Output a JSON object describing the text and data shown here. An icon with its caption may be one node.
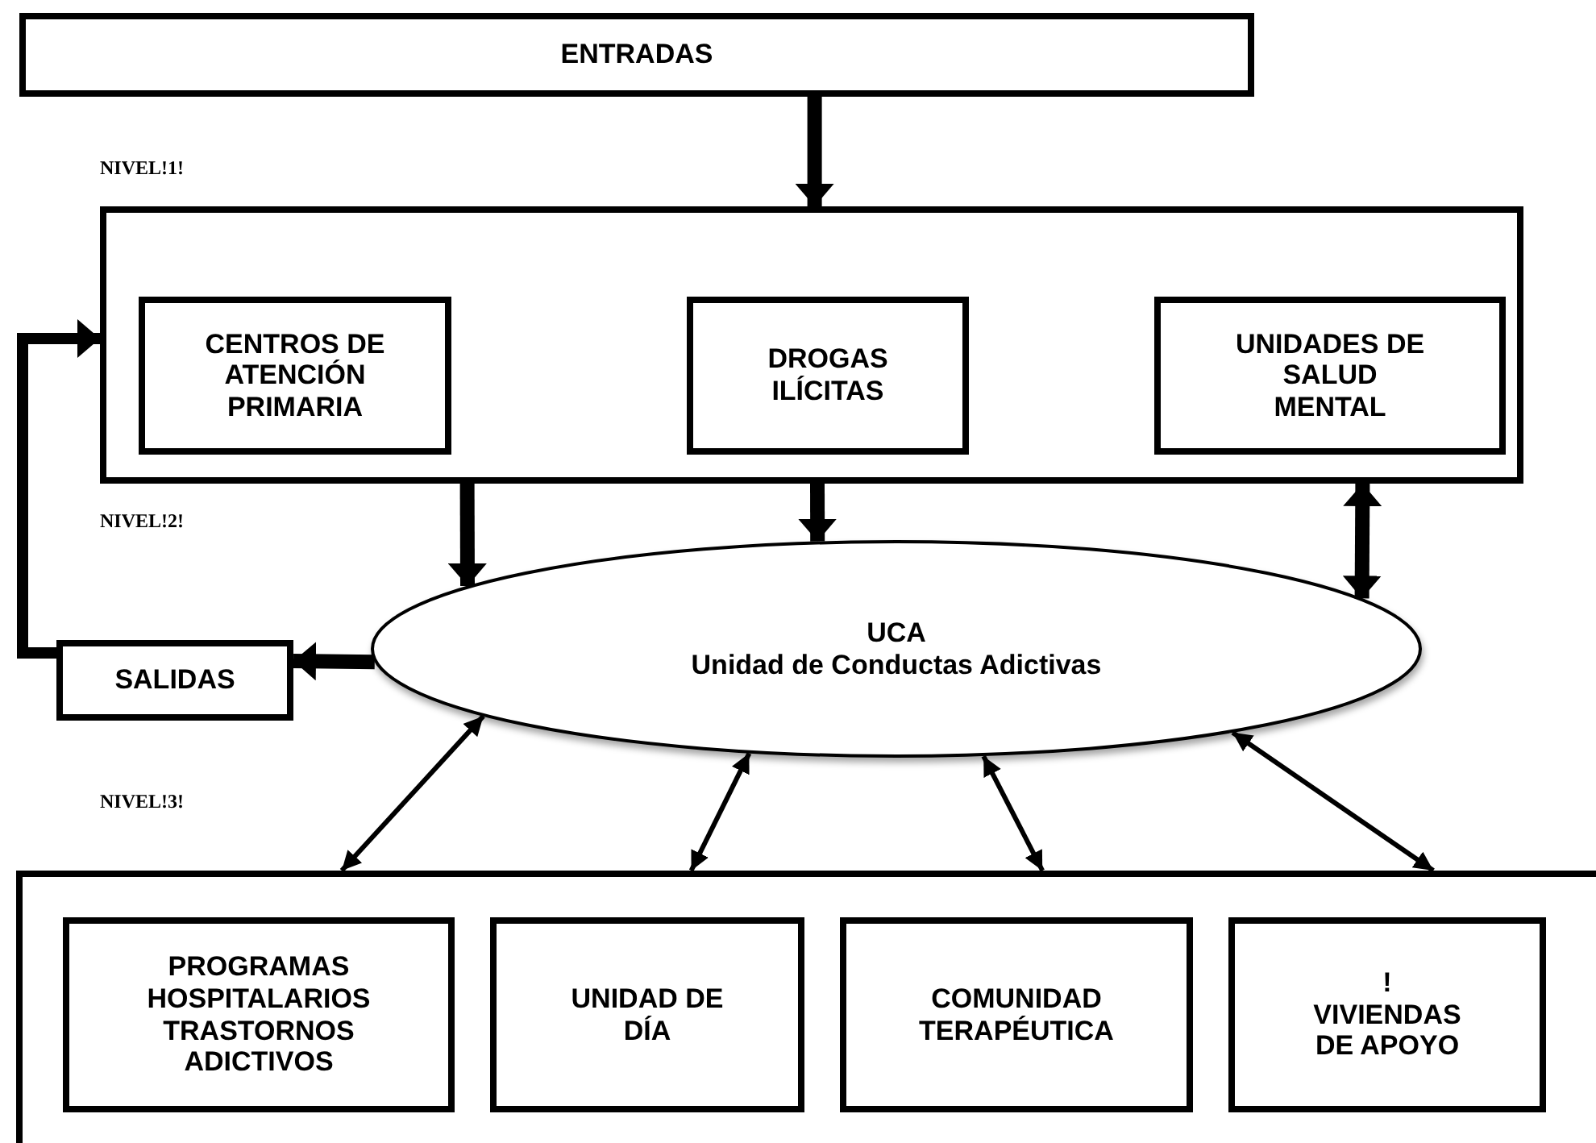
{
  "diagram": {
    "nodes": [
      {
        "text": [
          "ENTRADAS"
        ]
      },
      {
        "text": [],
        "shape": "box"
      },
      {
        "text": [
          "CENTROS DE ATENCIÓN PRIMARIA"
        ],
        "in": 1
      },
      {
        "text": [
          "DROGAS ILÍCITAS"
        ],
        "in": 1
      },
      {
        "text": [
          "UNIDADES DE SALUD MENTAL"
        ],
        "in": 1
      },
      {
        "text": [
          "UCA",
          "Unidad de Conductas Adictivas"
        ]
      },
      {
        "text": [
          "SALIDAS"
        ]
      },
      {
        "text": [],
        "shape": "box"
      },
      {
        "text": [
          "PROGRAMAS HOSPITALARIOS TRASTORNOS ADICTIVOS"
        ],
        "in": 7
      },
      {
        "text": [
          "UNIDAD DE DÍA"
        ],
        "in": 7
      },
      {
        "text": [
          "COMUNIDAD TERAPÉUTICA"
        ],
        "in": 7
      },
      {
        "text": [
          "! VIVIENDAS DE APOYO"
        ],
        "in": 7
      }
    ],
    "edges": [
      {
        "from": 0,
        "to": 1,
        "arrow": "to"
      },
      {
        "from": 1,
        "to": 5,
        "arrow": "to"
      },
      {
        "from": 1,
        "to": 5,
        "arrow": "to"
      },
      {
        "from": 1,
        "to": 5,
        "arrow": "both"
      },
      {
        "from": 5,
        "to": 6,
        "arrow": "to"
      },
      {
        "from": 6,
        "to": 1,
        "arrow": "to"
      },
      {
        "from": 5,
        "to": 7,
        "arrow": "both"
      },
      {
        "from": 5,
        "to": 7,
        "arrow": "both"
      },
      {
        "from": 5,
        "to": 7,
        "arrow": "both"
      },
      {
        "from": 5,
        "to": 7,
        "arrow": "both"
      }
    ],
    "labels": [
      "NIVEL!1!",
      "NIVEL!2!",
      "NIVEL!3!"
    ]
  }
}
